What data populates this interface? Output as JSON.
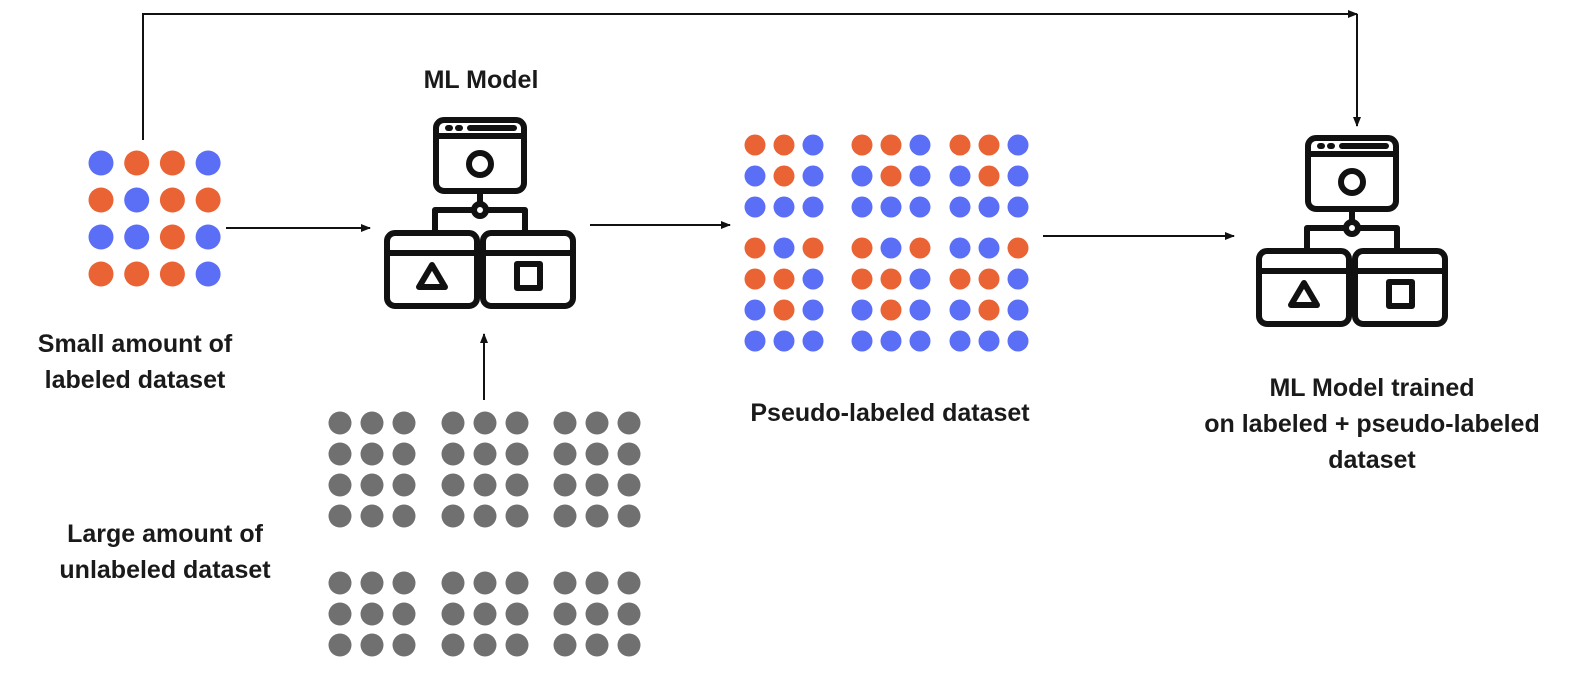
{
  "colors": {
    "labeled_blue": "#5b6ef6",
    "labeled_orange": "#ea6335",
    "unlabeled_gray": "#707070",
    "line": "#111111"
  },
  "labels": {
    "ml_model": "ML Model",
    "small_labeled": [
      "Small amount of",
      "labeled dataset"
    ],
    "large_unlabeled": [
      "Large amount of",
      "unlabeled dataset"
    ],
    "pseudo_labeled": "Pseudo-labeled dataset",
    "trained_model": [
      "ML Model trained",
      "on labeled + pseudo-labeled",
      "dataset"
    ]
  },
  "small_labeled_grid": [
    [
      "blue",
      "orange",
      "orange",
      "blue"
    ],
    [
      "orange",
      "blue",
      "orange",
      "orange"
    ],
    [
      "blue",
      "blue",
      "orange",
      "blue"
    ],
    [
      "orange",
      "orange",
      "orange",
      "blue"
    ]
  ],
  "pseudo_labeled_blocks": [
    [
      [
        "orange",
        "orange",
        "blue"
      ],
      [
        "blue",
        "orange",
        "blue"
      ],
      [
        "blue",
        "blue",
        "blue"
      ]
    ],
    [
      [
        "orange",
        "orange",
        "blue"
      ],
      [
        "blue",
        "orange",
        "blue"
      ],
      [
        "blue",
        "blue",
        "blue"
      ]
    ],
    [
      [
        "orange",
        "orange",
        "blue"
      ],
      [
        "blue",
        "orange",
        "blue"
      ],
      [
        "blue",
        "blue",
        "blue"
      ]
    ],
    [
      [
        "orange",
        "blue",
        "orange"
      ],
      [
        "orange",
        "orange",
        "blue"
      ],
      [
        "blue",
        "orange",
        "blue"
      ],
      [
        "blue",
        "blue",
        "blue"
      ]
    ],
    [
      [
        "orange",
        "blue",
        "orange"
      ],
      [
        "orange",
        "orange",
        "blue"
      ],
      [
        "blue",
        "orange",
        "blue"
      ],
      [
        "blue",
        "blue",
        "blue"
      ]
    ],
    [
      [
        "blue",
        "blue",
        "orange"
      ],
      [
        "orange",
        "orange",
        "blue"
      ],
      [
        "blue",
        "orange",
        "blue"
      ],
      [
        "blue",
        "blue",
        "blue"
      ]
    ]
  ],
  "unlabeled_blocks": {
    "blocks_per_row": 3,
    "block_rows": 2,
    "dot_rows_per_block": [
      4,
      3
    ],
    "dots_per_row": 3
  }
}
